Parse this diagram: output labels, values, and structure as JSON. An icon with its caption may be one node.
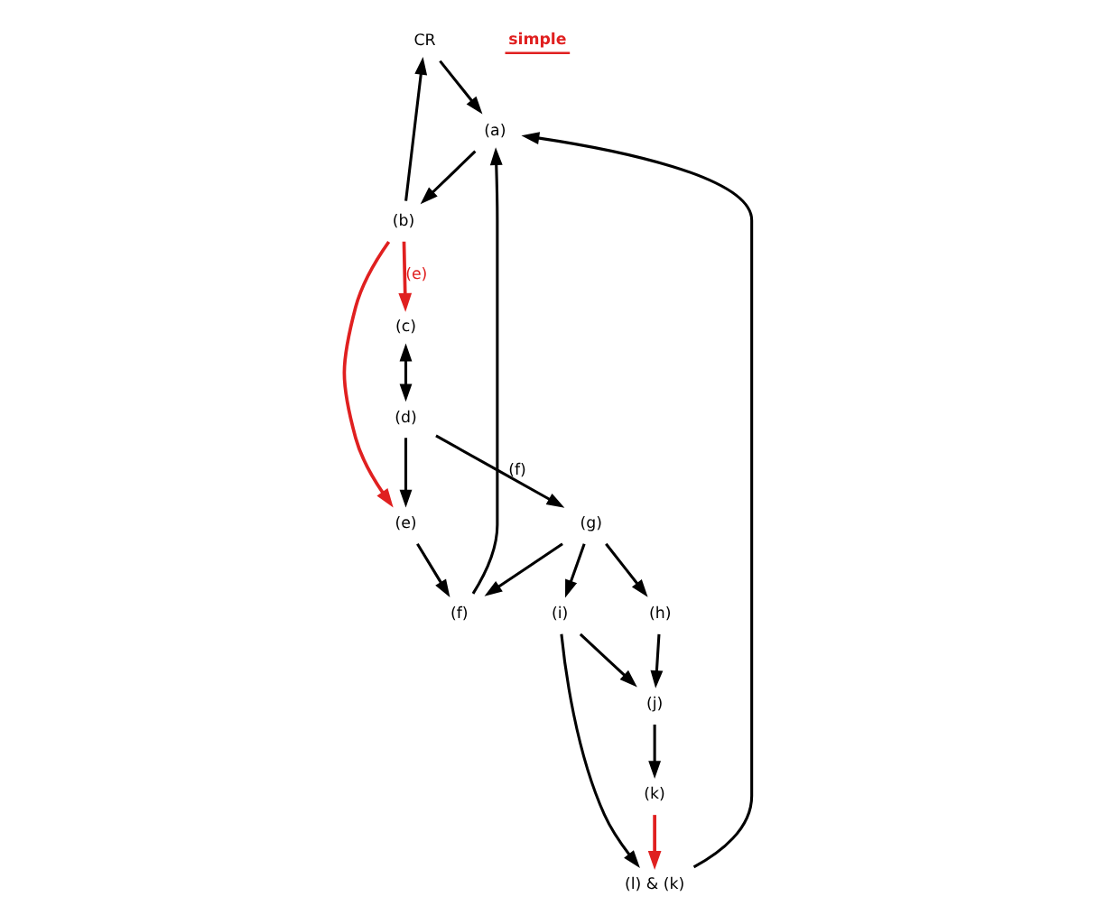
{
  "diagram": {
    "nodes": [
      {
        "text": [
          "CR"
        ]
      },
      {
        "text": [
          "(a)"
        ]
      },
      {
        "text": [
          "(b)"
        ]
      },
      {
        "text": [
          "(c)"
        ]
      },
      {
        "text": [
          "(d)"
        ]
      },
      {
        "text": [
          "(e)"
        ]
      },
      {
        "text": [
          "(f)"
        ]
      },
      {
        "text": [
          "(g)"
        ]
      },
      {
        "text": [
          "(h)"
        ]
      },
      {
        "text": [
          "(i)"
        ]
      },
      {
        "text": [
          "(j)"
        ]
      },
      {
        "text": [
          "(k)"
        ]
      },
      {
        "text": [
          "(l) & (k)"
        ]
      }
    ],
    "edges": [
      {
        "from": 2,
        "to": 0,
        "arrow": "to"
      },
      {
        "from": 0,
        "to": 1,
        "arrow": "to"
      },
      {
        "from": 1,
        "to": 2,
        "arrow": "to"
      },
      {
        "from": 2,
        "to": 3,
        "arrow": "to",
        "label": "(e)",
        "color": "#e02020"
      },
      {
        "from": 3,
        "to": 4,
        "arrow": "both"
      },
      {
        "from": 2,
        "to": 5,
        "arrow": "to",
        "color": "#e02020"
      },
      {
        "from": 4,
        "to": 5,
        "arrow": "to"
      },
      {
        "from": 5,
        "to": 6,
        "arrow": "to"
      },
      {
        "from": 6,
        "to": 1,
        "arrow": "to"
      },
      {
        "from": 4,
        "to": 7,
        "arrow": "to",
        "label": "(f)"
      },
      {
        "from": 7,
        "to": 6,
        "arrow": "to"
      },
      {
        "from": 7,
        "to": 9,
        "arrow": "to"
      },
      {
        "from": 9,
        "to": 10,
        "arrow": "to"
      },
      {
        "from": 7,
        "to": 8,
        "arrow": "to"
      },
      {
        "from": 8,
        "to": 10,
        "arrow": "to"
      },
      {
        "from": 10,
        "to": 11,
        "arrow": "to"
      },
      {
        "from": 11,
        "to": 12,
        "arrow": "to",
        "color": "#e02020"
      },
      {
        "from": 9,
        "to": 12,
        "arrow": "to"
      },
      {
        "from": 12,
        "to": 1,
        "arrow": "to"
      }
    ],
    "legend": [
      {
        "text": "simple"
      }
    ]
  }
}
